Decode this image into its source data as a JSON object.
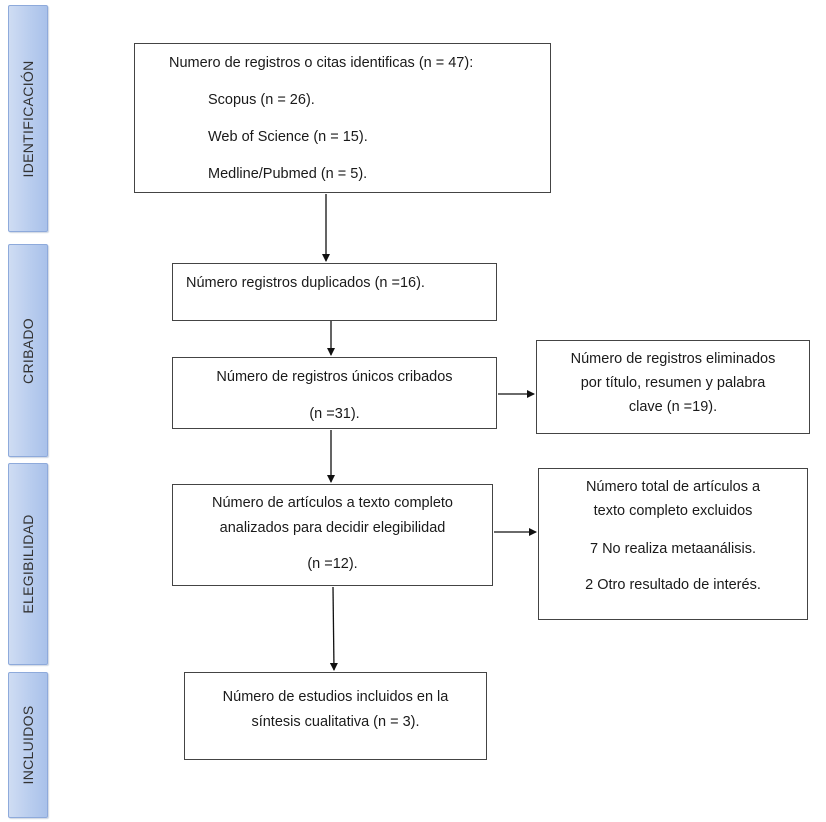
{
  "phases": [
    {
      "id": "identificacion",
      "label": "IDENTIFICACIÓN"
    },
    {
      "id": "cribado",
      "label": "CRIBADO"
    },
    {
      "id": "elegibilidad",
      "label": "ELEGIBILIDAD"
    },
    {
      "id": "incluidos",
      "label": "INCLUIDOS"
    }
  ],
  "boxes": {
    "identified": {
      "title": "Numero de registros o citas identificas (n = 47):",
      "sources": [
        "Scopus (n = 26).",
        "Web of Science (n = 15).",
        "Medline/Pubmed (n = 5)."
      ]
    },
    "duplicates": {
      "text": "Número registros duplicados (n =16)."
    },
    "screened": {
      "line1": "Número de registros únicos cribados",
      "line2": "(n =31)."
    },
    "removed": {
      "line1": "Número de registros eliminados",
      "line2": "por título, resumen y palabra",
      "line3": "clave (n =19)."
    },
    "fulltext": {
      "line1": "Número de artículos a texto completo",
      "line2": "analizados para decidir elegibilidad",
      "line3": "(n =12)."
    },
    "excluded": {
      "line1": "Número total de artículos a",
      "line2": "texto completo excluidos",
      "reason1": "7 No realiza metaanálisis.",
      "reason2": "2 Otro resultado de interés."
    },
    "included": {
      "line1": "Número de estudios incluidos en la",
      "line2": "síntesis cualitativa (n = 3)."
    }
  }
}
